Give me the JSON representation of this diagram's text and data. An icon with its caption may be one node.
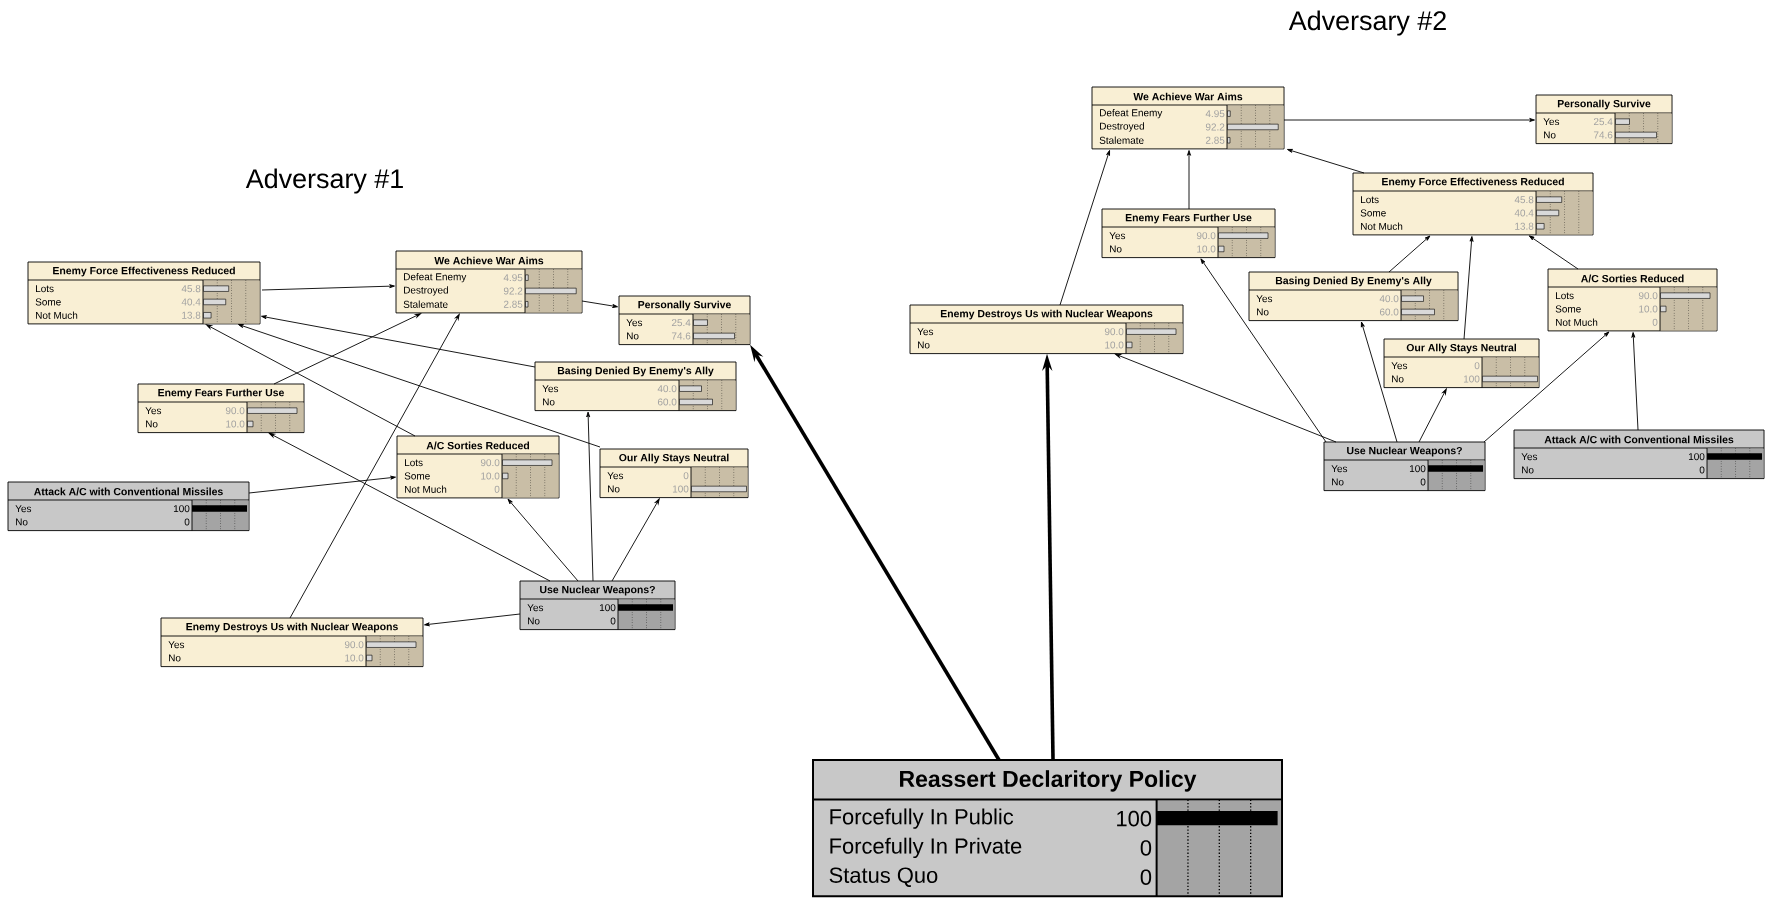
{
  "diagram": {
    "nodes": [
      {
        "text": [
          "Enemy Force Effectiveness Reduced",
          "Lots",
          "45.8",
          "Some",
          "40.4",
          "Not Much",
          "13.8"
        ]
      },
      {
        "text": [
          "We Achieve War Aims",
          "Defeat Enemy",
          "4.95",
          "Destroyed",
          "92.2",
          "Stalemate",
          "2.85"
        ]
      },
      {
        "text": [
          "Personally Survive",
          "Yes",
          "25.4",
          "No",
          "74.6"
        ]
      },
      {
        "text": [
          "Enemy Fears Further Use",
          "Yes",
          "90.0",
          "No",
          "10.0"
        ]
      },
      {
        "text": [
          "Basing Denied By Enemy's Ally",
          "Yes",
          "40.0",
          "No",
          "60.0"
        ]
      },
      {
        "text": [
          "A/C Sorties Reduced",
          "Lots",
          "90.0",
          "Some",
          "10.0",
          "Not Much",
          "0"
        ]
      },
      {
        "text": [
          "Our Ally Stays Neutral",
          "Yes",
          "0",
          "No",
          "100"
        ]
      },
      {
        "text": [
          "Attack A/C with Conventional Missiles",
          "Yes",
          "100",
          "No",
          "0"
        ]
      },
      {
        "text": [
          "Use Nuclear Weapons?",
          "Yes",
          "100",
          "No",
          "0"
        ]
      },
      {
        "text": [
          "Enemy Destroys Us with Nuclear Weapons",
          "Yes",
          "90.0",
          "No",
          "10.0"
        ]
      },
      {
        "text": [
          "We Achieve War Aims",
          "Defeat Enemy",
          "4.95",
          "Destroyed",
          "92.2",
          "Stalemate",
          "2.85"
        ]
      },
      {
        "text": [
          "Personally Survive",
          "Yes",
          "25.4",
          "No",
          "74.6"
        ]
      },
      {
        "text": [
          "Enemy Force Effectiveness Reduced",
          "Lots",
          "45.8",
          "Some",
          "40.4",
          "Not Much",
          "13.8"
        ]
      },
      {
        "text": [
          "Enemy Fears Further Use",
          "Yes",
          "90.0",
          "No",
          "10.0"
        ]
      },
      {
        "text": [
          "Basing Denied By Enemy's Ally",
          "Yes",
          "40.0",
          "No",
          "60.0"
        ]
      },
      {
        "text": [
          "A/C Sorties Reduced",
          "Lots",
          "90.0",
          "Some",
          "10.0",
          "Not Much",
          "0"
        ]
      },
      {
        "text": [
          "Enemy Destroys Us with Nuclear Weapons",
          "Yes",
          "90.0",
          "No",
          "10.0"
        ]
      },
      {
        "text": [
          "Our Ally Stays Neutral",
          "Yes",
          "0",
          "No",
          "100"
        ]
      },
      {
        "text": [
          "Use Nuclear Weapons?",
          "Yes",
          "100",
          "No",
          "0"
        ]
      },
      {
        "text": [
          "Attack A/C with Conventional Missiles",
          "Yes",
          "100",
          "No",
          "0"
        ]
      },
      {
        "text": [
          "Reassert Declaritory Policy",
          "Forcefully In Public",
          "100",
          "Forcefully In Private",
          "0",
          "Status Quo",
          "0"
        ]
      }
    ],
    "edges": [
      {
        "from": 0,
        "to": 1,
        "arrow": "to"
      },
      {
        "from": 1,
        "to": 2,
        "arrow": "to"
      },
      {
        "from": 3,
        "to": 1,
        "arrow": "to"
      },
      {
        "from": 9,
        "to": 1,
        "arrow": "to"
      },
      {
        "from": 5,
        "to": 0,
        "arrow": "to"
      },
      {
        "from": 4,
        "to": 0,
        "arrow": "to"
      },
      {
        "from": 6,
        "to": 0,
        "arrow": "to"
      },
      {
        "from": 7,
        "to": 5,
        "arrow": "to"
      },
      {
        "from": 8,
        "to": 3,
        "arrow": "to"
      },
      {
        "from": 8,
        "to": 5,
        "arrow": "to"
      },
      {
        "from": 8,
        "to": 6,
        "arrow": "to"
      },
      {
        "from": 8,
        "to": 4,
        "arrow": "to"
      },
      {
        "from": 8,
        "to": 9,
        "arrow": "to"
      },
      {
        "from": 10,
        "to": 11,
        "arrow": "to"
      },
      {
        "from": 12,
        "to": 10,
        "arrow": "to"
      },
      {
        "from": 13,
        "to": 10,
        "arrow": "to"
      },
      {
        "from": 16,
        "to": 10,
        "arrow": "to"
      },
      {
        "from": 14,
        "to": 12,
        "arrow": "to"
      },
      {
        "from": 17,
        "to": 12,
        "arrow": "to"
      },
      {
        "from": 15,
        "to": 12,
        "arrow": "to"
      },
      {
        "from": 19,
        "to": 15,
        "arrow": "to"
      },
      {
        "from": 18,
        "to": 16,
        "arrow": "to"
      },
      {
        "from": 18,
        "to": 13,
        "arrow": "to"
      },
      {
        "from": 18,
        "to": 14,
        "arrow": "to"
      },
      {
        "from": 18,
        "to": 17,
        "arrow": "to"
      },
      {
        "from": 18,
        "to": 15,
        "arrow": "to"
      },
      {
        "from": 20,
        "to": 2,
        "arrow": "to",
        "style": "thick"
      },
      {
        "from": 20,
        "to": 16,
        "arrow": "to",
        "style": "thick"
      }
    ],
    "labels": [
      "Adversary #1",
      "Adversary #2"
    ]
  }
}
